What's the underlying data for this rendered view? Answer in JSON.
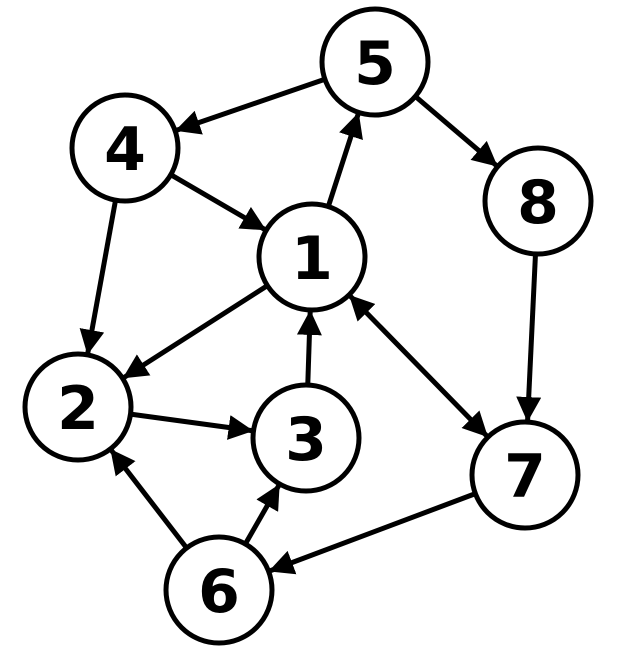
{
  "nodes": [
    {
      "id": "n1",
      "label": "1"
    },
    {
      "id": "n2",
      "label": "2"
    },
    {
      "id": "n3",
      "label": "3"
    },
    {
      "id": "n4",
      "label": "4"
    },
    {
      "id": "n5",
      "label": "5"
    },
    {
      "id": "n6",
      "label": "6"
    },
    {
      "id": "n7",
      "label": "7"
    },
    {
      "id": "n8",
      "label": "8"
    }
  ],
  "edges": [
    {
      "from": "n5",
      "to": "n4",
      "direction": "forward"
    },
    {
      "from": "n4",
      "to": "n1",
      "direction": "forward"
    },
    {
      "from": "n4",
      "to": "n2",
      "direction": "forward"
    },
    {
      "from": "n1",
      "to": "n5",
      "direction": "forward"
    },
    {
      "from": "n5",
      "to": "n8",
      "direction": "forward"
    },
    {
      "from": "n8",
      "to": "n7",
      "direction": "forward"
    },
    {
      "from": "n1",
      "to": "n2",
      "direction": "forward"
    },
    {
      "from": "n3",
      "to": "n1",
      "direction": "forward"
    },
    {
      "from": "n1",
      "to": "n7",
      "direction": "both"
    },
    {
      "from": "n2",
      "to": "n3",
      "direction": "forward"
    },
    {
      "from": "n6",
      "to": "n2",
      "direction": "forward"
    },
    {
      "from": "n6",
      "to": "n3",
      "direction": "forward"
    },
    {
      "from": "n7",
      "to": "n6",
      "direction": "forward"
    }
  ],
  "colors": {
    "stroke": "#000000",
    "fill": "#ffffff"
  }
}
